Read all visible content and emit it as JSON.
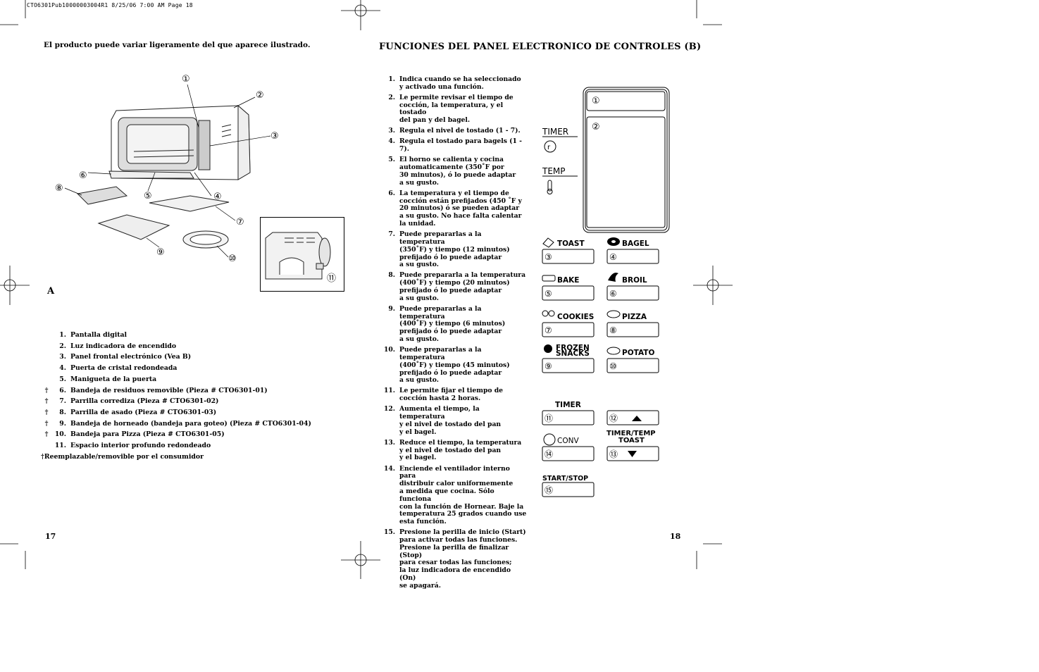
{
  "slug": "CTO6301Pub10000003004R1  8/25/06  7:00 AM  Page 18",
  "left_page": {
    "note": "El producto puede variar ligeramente del que aparece ilustrado.",
    "figure_label": "A",
    "callouts": [
      "①",
      "②",
      "③",
      "④",
      "⑤",
      "⑥",
      "⑦",
      "⑧",
      "⑨",
      "⑩",
      "⑪"
    ],
    "parts": [
      {
        "mark": "",
        "num": "1.",
        "text": "Pantalla digital"
      },
      {
        "mark": "",
        "num": "2.",
        "text": "Luz indicadora de encendido"
      },
      {
        "mark": "",
        "num": "3.",
        "text": "Panel frontal electrónico (Vea B)"
      },
      {
        "mark": "",
        "num": "4.",
        "text": "Puerta de cristal redondeada"
      },
      {
        "mark": "",
        "num": "5.",
        "text": "Manigueta de la puerta"
      },
      {
        "mark": "†",
        "num": "6.",
        "text": "Bandeja de residuos removible (Pieza #  CTO6301-01)"
      },
      {
        "mark": "†",
        "num": "7.",
        "text": "Parrilla corrediza (Pieza #  CTO6301-02)"
      },
      {
        "mark": "†",
        "num": "8.",
        "text": "Parrilla de asado (Pieza #  CTO6301-03)"
      },
      {
        "mark": "†",
        "num": "9.",
        "text": "Bandeja de horneado (bandeja para goteo) (Pieza #  CTO6301-04)"
      },
      {
        "mark": "†",
        "num": "10.",
        "text": "Bandeja para Pizza (Pieza #  CTO6301-05)"
      },
      {
        "mark": "",
        "num": "11.",
        "text": "Espacio interior profundo redondeado"
      }
    ],
    "footnote": "†Reemplazable/removible por el consumidor",
    "page_number": "17"
  },
  "right_page": {
    "heading": "FUNCIONES DEL PANEL ELECTRONICO DE CONTROLES (B)",
    "functions": [
      {
        "num": "1.",
        "text": "Indica cuando se ha seleccionado\ny activado una función."
      },
      {
        "num": "2.",
        "text": "Le permite revisar el tiempo de\ncocción, la temperatura, y el tostado\ndel pan y del bagel."
      },
      {
        "num": "3.",
        "text": "Regula el nivel de tostado (1 - 7)."
      },
      {
        "num": "4.",
        "text": "Regula el tostado para bagels (1 - 7)."
      },
      {
        "num": "5.",
        "text": "El horno se calienta y cocina\nautomaticamente (350˚F por\n30 minutos), ó lo puede adaptar\na su gusto."
      },
      {
        "num": "6.",
        "text": "La temperatura y el tiempo de\ncocción están prefijados (450 ˚F y\n20 minutos) ó se pueden adaptar\na su gusto.  No hace falta calentar\nla unidad."
      },
      {
        "num": "7.",
        "text": "Puede prepararlas a la temperatura\n(350˚F) y tiempo (12 minutos)\nprefijado ó lo puede adaptar\na su gusto."
      },
      {
        "num": "8.",
        "text": "Puede prepararla a la temperatura\n(400˚F) y tiempo (20 minutos)\nprefijado ó lo puede adaptar\na su gusto."
      },
      {
        "num": "9.",
        "text": "Puede prepararlas a la temperatura\n(400˚F) y tiempo (6 minutos)\nprefijado ó lo puede adaptar\na su gusto."
      },
      {
        "num": "10.",
        "text": "Puede prepararlas a la temperatura\n(400˚F) y tiempo (45 minutos)\nprefijado ó lo puede adaptar\na su gusto."
      },
      {
        "num": "11.",
        "text": "Le permite fijar el tiempo de\ncocción hasta 2 horas."
      },
      {
        "num": "12.",
        "text": "Aumenta el tiempo, la temperatura\ny el nivel de tostado del pan\ny el bagel."
      },
      {
        "num": "13.",
        "text": "Reduce el tiempo, la temperatura\ny el nivel de tostado del pan\ny el bagel."
      },
      {
        "num": "14.",
        "text": "Enciende el ventilador interno para\ndistribuir calor uniformemente\na medida que cocina. Sólo funciona\ncon la función de Hornear. Baje la\ntemperatura 25 grados cuando use\nesta función."
      },
      {
        "num": "15.",
        "text": "Presione la perilla de inicio (Start)\npara activar todas las funciones.\nPresione la perilla de finalizar (Stop)\npara cesar todas las funciones;\nla luz indicadora de encendido (On)\nse apagará."
      }
    ],
    "panel": {
      "timer": "TIMER",
      "timer_glyph": "r",
      "temp": "TEMP",
      "display_callouts": [
        "①",
        "②"
      ],
      "buttons": [
        {
          "label": "TOAST",
          "num": "③"
        },
        {
          "label": "BAGEL",
          "num": "④"
        },
        {
          "label": "BAKE",
          "num": "⑤"
        },
        {
          "label": "BROIL",
          "num": "⑥"
        },
        {
          "label": "COOKIES",
          "num": "⑦"
        },
        {
          "label": "PIZZA",
          "num": "⑧"
        },
        {
          "label": "FROZEN",
          "label2": "SNACKS",
          "num": "⑨"
        },
        {
          "label": "POTATO",
          "num": "⑩"
        }
      ],
      "timer_button": {
        "label": "TIMER",
        "num": "⑪"
      },
      "up_button": {
        "num": "⑫"
      },
      "timertemp_label": "TIMER/TEMP",
      "timertemp_label2": "TOAST",
      "conv_button": {
        "label": "CONV",
        "num": "⑭"
      },
      "down_button": {
        "num": "⑬"
      },
      "start_button": {
        "label": "START/STOP",
        "num": "⑮"
      }
    },
    "page_number": "18"
  }
}
